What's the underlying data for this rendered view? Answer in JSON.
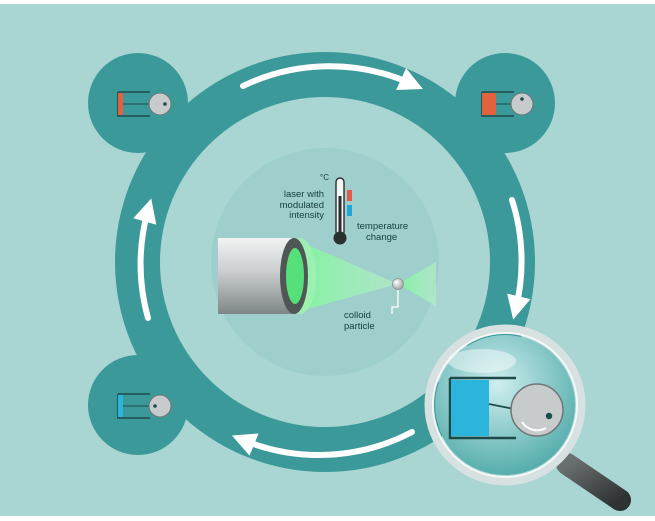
{
  "labels": {
    "laser_line1": "laser with",
    "laser_line2": "modulated",
    "laser_line3": "intensity",
    "temp_line1": "temperature",
    "temp_line2": "change",
    "colloid_line1": "colloid",
    "colloid_line2": "particle",
    "unit": "°C"
  },
  "colors": {
    "background": "#a9d5d3",
    "ring": "#3b9a99",
    "inner_disc": "#9fcfcc",
    "hot_block": "#e2623f",
    "cold_block": "#2bb5dd",
    "laser_beam": "#6fe08d",
    "thermometer_hot": "#e35a4a",
    "thermometer_cold": "#22a8d8"
  },
  "icons": {
    "cycle_arrows": "curved-arrow-icon",
    "heat_engine": "piston-engine-icon",
    "magnifier": "magnifying-glass-icon",
    "thermometer": "thermometer-icon",
    "laser": "laser-cylinder-icon"
  }
}
